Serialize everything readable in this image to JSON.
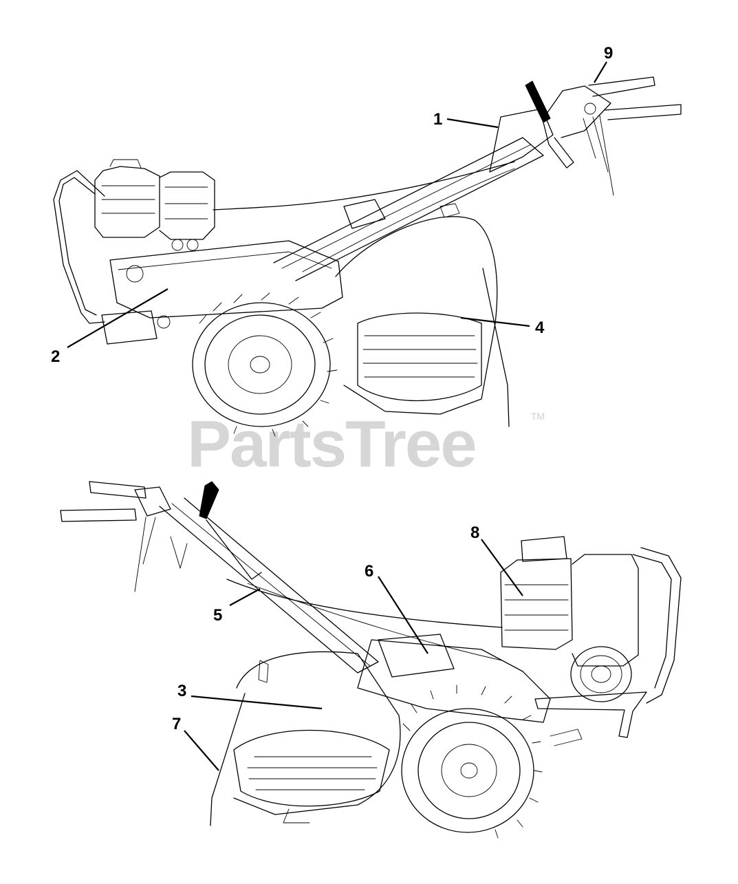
{
  "watermark": {
    "text": "PartsTree",
    "trademark": "TM"
  },
  "callouts": [
    "1",
    "2",
    "3",
    "4",
    "5",
    "6",
    "7",
    "8",
    "9"
  ]
}
